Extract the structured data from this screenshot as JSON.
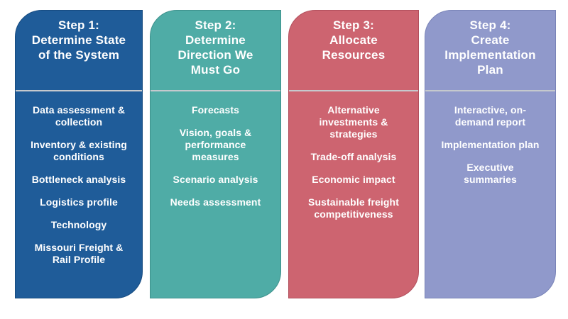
{
  "background": "#FFFFFF",
  "text_color": "#FFFFFF",
  "divider_color": "#C5C9CD",
  "columns": [
    {
      "name": "step-1",
      "header": "Step 1:\nDetermine State\nof the System",
      "items": [
        "Data assessment &\ncollection",
        "Inventory & existing\nconditions",
        "Bottleneck analysis",
        "Logistics profile",
        "Technology",
        "Missouri Freight &\nRail Profile"
      ],
      "colors": {
        "fill": "#1F5C99",
        "border": "#164B80"
      }
    },
    {
      "name": "step-2",
      "header": "Step 2:\nDetermine\nDirection We\nMust Go",
      "items": [
        "Forecasts",
        "Vision, goals &\nperformance\nmeasures",
        "Scenario analysis",
        "Needs assessment"
      ],
      "colors": {
        "fill": "#4FACA6",
        "border": "#3E918C"
      }
    },
    {
      "name": "step-3",
      "header": "Step 3:\nAllocate\nResources",
      "items": [
        "Alternative\ninvestments &\nstrategies",
        "Trade-off analysis",
        "Economic impact",
        "Sustainable freight\ncompetitiveness"
      ],
      "colors": {
        "fill": "#CD6470",
        "border": "#B2505D"
      }
    },
    {
      "name": "step-4",
      "header": "Step 4:\nCreate\nImplementation\nPlan",
      "items": [
        "Interactive, on-\ndemand report",
        "Implementation plan",
        "Executive\nsummaries"
      ],
      "colors": {
        "fill": "#9099CB",
        "border": "#7A84B8"
      }
    }
  ]
}
